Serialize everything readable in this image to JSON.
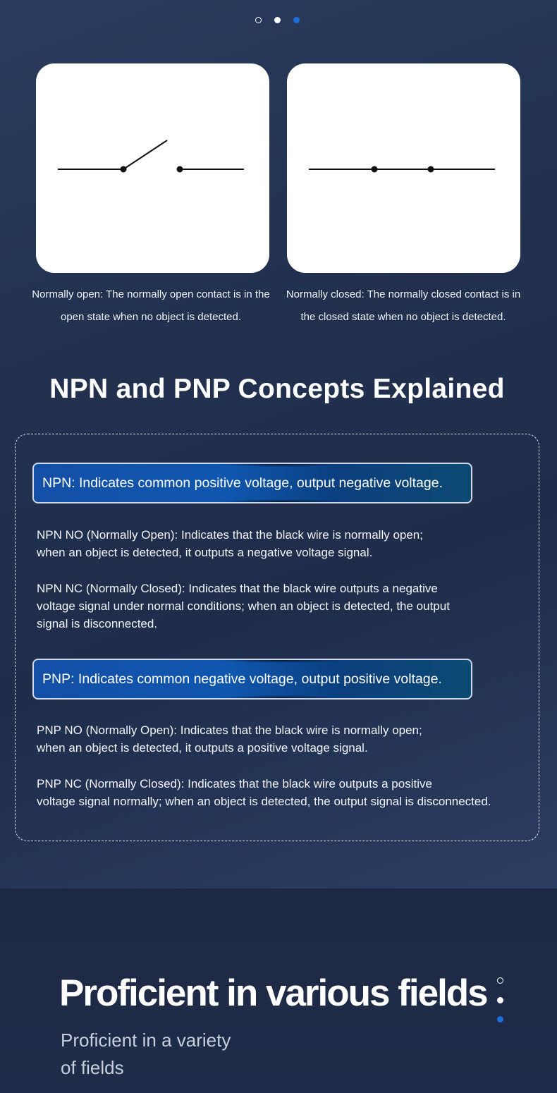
{
  "pager": {
    "count": 3,
    "active_index": 2
  },
  "contacts": {
    "normally_open": {
      "caption": "Normally open: The normally open contact is in\nthe open state when no object is detected."
    },
    "normally_closed": {
      "caption": "Normally closed: The normally closed contact is\nin the closed state when no object is detected."
    }
  },
  "section": {
    "title": "NPN and PNP Concepts Explained",
    "npn": {
      "banner": "NPN: Indicates common positive voltage, output negative voltage.",
      "no_text": "NPN NO (Normally Open): Indicates that the black wire is normally open;\nwhen an object is detected, it outputs a negative voltage signal.",
      "nc_text": "NPN NC (Normally Closed): Indicates that the black wire outputs a negative\nvoltage signal under normal conditions; when an object is detected, the output\nsignal is disconnected."
    },
    "pnp": {
      "banner": "PNP: Indicates common negative voltage, output positive voltage.",
      "no_text": "PNP NO (Normally Open): Indicates that the black wire is normally open;\n when an object is detected, it outputs a positive voltage signal.",
      "nc_text": "PNP NC (Normally Closed): Indicates that the black wire outputs a positive\nvoltage signal normally; when an object is detected, the output signal is disconnected."
    }
  },
  "fields": {
    "headline": "Proficient in various fields",
    "subline": "Proficient in a variety\nof fields"
  },
  "colors": {
    "background": "#1f2c4a",
    "accent_blue": "#1e6fd9",
    "banner_blue": "#1450a8",
    "card": "#ffffff"
  }
}
